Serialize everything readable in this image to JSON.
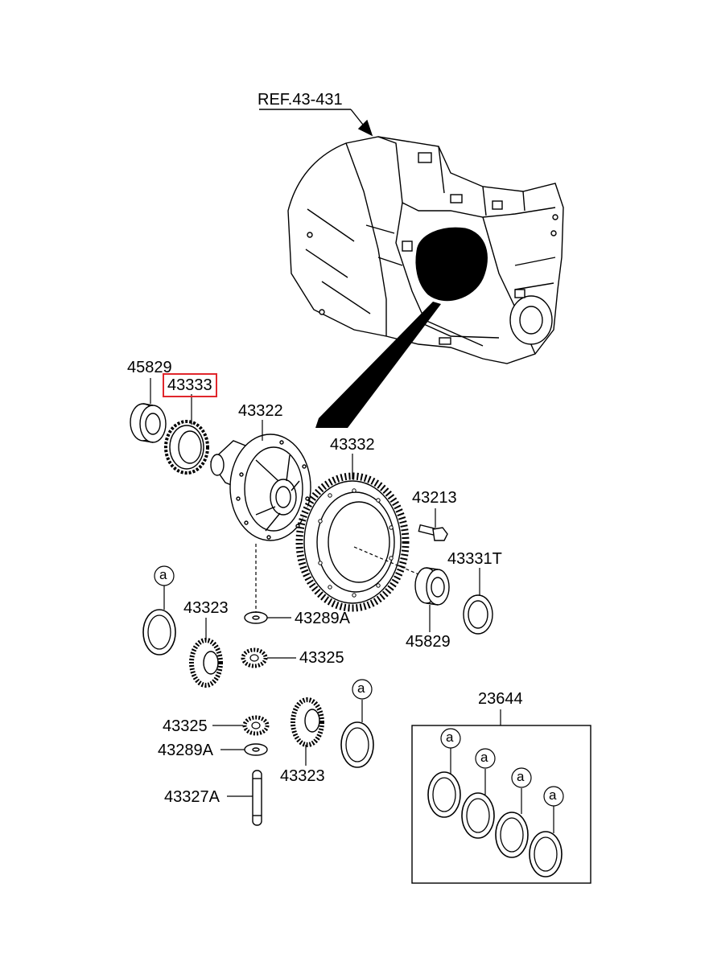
{
  "diagram": {
    "reference_label": "REF.43-431",
    "highlighted_part": "43333",
    "highlight_color": "#e0262c",
    "labels": {
      "p45829_top": "45829",
      "p43333": "43333",
      "p43322": "43322",
      "p43332": "43332",
      "p43213": "43213",
      "p43331T": "43331T",
      "p43323_left": "43323",
      "p43289A_upper": "43289A",
      "p45829_bottom": "45829",
      "p43325_upper": "43325",
      "p23644": "23644",
      "p43325_lower": "43325",
      "p43289A_lower": "43289A",
      "p43323_lower": "43323",
      "p43327A": "43327A"
    },
    "callout_marker": "a"
  }
}
